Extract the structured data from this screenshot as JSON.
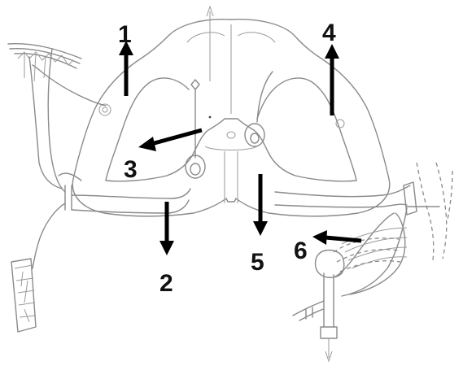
{
  "labels": {
    "l1": "1",
    "l2": "2",
    "l3": "3",
    "l4": "4",
    "l5": "5",
    "l6": "6"
  },
  "colors": {
    "outline": "#8a8a8a",
    "arrow": "#000000",
    "background": "#ffffff"
  }
}
